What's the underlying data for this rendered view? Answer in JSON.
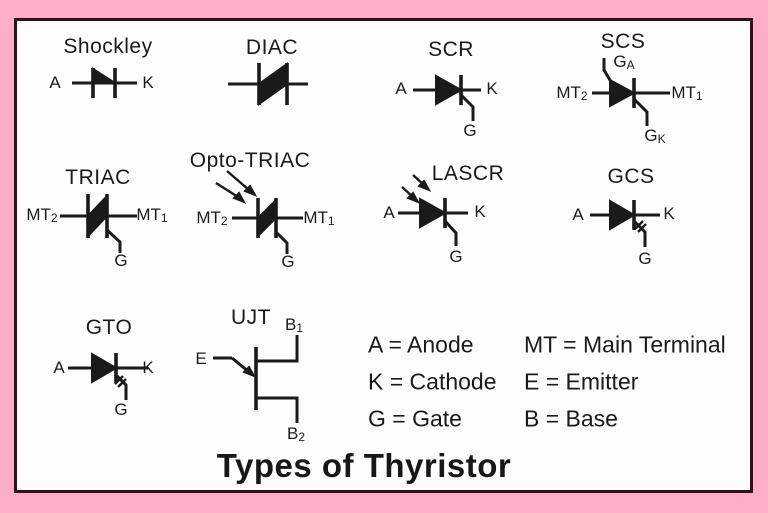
{
  "colors": {
    "background": "#ffaec9",
    "panel": "#fdfdfd",
    "border": "#2e0f1c",
    "ink": "#1a1a1a"
  },
  "title": "Types of Thyristor",
  "devices": {
    "shockley": {
      "name": "Shockley",
      "terminals": {
        "left": {
          "t": "A",
          "s": ""
        },
        "right": {
          "t": "K",
          "s": ""
        }
      }
    },
    "diac": {
      "name": "DIAC"
    },
    "scr": {
      "name": "SCR",
      "terminals": {
        "left": {
          "t": "A",
          "s": ""
        },
        "right": {
          "t": "K",
          "s": ""
        },
        "gate": {
          "t": "G",
          "s": ""
        }
      }
    },
    "scs": {
      "name": "SCS",
      "terminals": {
        "left": {
          "t": "MT",
          "s": "2"
        },
        "right": {
          "t": "MT",
          "s": "1"
        },
        "gate_anode": {
          "t": "G",
          "s": "A"
        },
        "gate_cathode": {
          "t": "G",
          "s": "K"
        }
      }
    },
    "triac": {
      "name": "TRIAC",
      "terminals": {
        "left": {
          "t": "MT",
          "s": "2"
        },
        "right": {
          "t": "MT",
          "s": "1"
        },
        "gate": {
          "t": "G",
          "s": ""
        }
      }
    },
    "opto_triac": {
      "name": "Opto-TRIAC",
      "terminals": {
        "left": {
          "t": "MT",
          "s": "2"
        },
        "right": {
          "t": "MT",
          "s": "1"
        },
        "gate": {
          "t": "G",
          "s": ""
        }
      }
    },
    "lascr": {
      "name": "LASCR",
      "terminals": {
        "left": {
          "t": "A",
          "s": ""
        },
        "right": {
          "t": "K",
          "s": ""
        },
        "gate": {
          "t": "G",
          "s": ""
        }
      }
    },
    "gcs": {
      "name": "GCS",
      "terminals": {
        "left": {
          "t": "A",
          "s": ""
        },
        "right": {
          "t": "K",
          "s": ""
        },
        "gate": {
          "t": "G",
          "s": ""
        }
      }
    },
    "gto": {
      "name": "GTO",
      "terminals": {
        "left": {
          "t": "A",
          "s": ""
        },
        "right": {
          "t": "K",
          "s": ""
        },
        "gate": {
          "t": "G",
          "s": ""
        }
      }
    },
    "ujt": {
      "name": "UJT",
      "terminals": {
        "emitter": {
          "t": "E",
          "s": ""
        },
        "base1": {
          "t": "B",
          "s": "1"
        },
        "base2": {
          "t": "B",
          "s": "2"
        }
      }
    }
  },
  "legend": {
    "col1": [
      "A = Anode",
      "K = Cathode",
      "G = Gate"
    ],
    "col2": [
      "MT = Main Terminal",
      "E = Emitter",
      "B = Base"
    ]
  }
}
